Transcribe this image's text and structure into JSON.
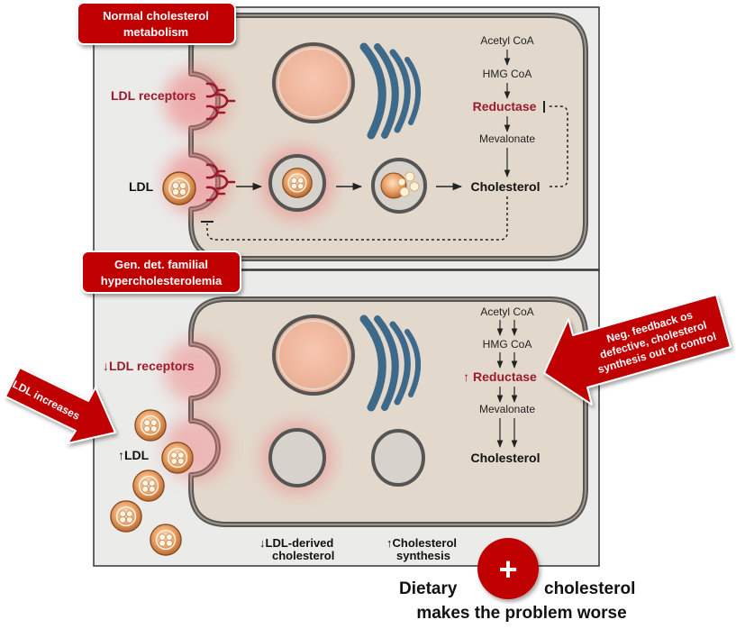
{
  "panel_top": {
    "label_line1": "Normal cholesterol",
    "label_line2": "metabolism",
    "ldl_receptors": "LDL receptors",
    "ldl": "LDL",
    "pathway": [
      "Acetyl CoA",
      "HMG CoA",
      "Reductase",
      "Mevalonate",
      "Cholesterol"
    ]
  },
  "panel_bottom": {
    "label_line1": "Gen. det. familial",
    "label_line2": "hypercholesterolemia",
    "ldl_receptors": "↓LDL receptors",
    "ldl": "↑LDL",
    "pathway": [
      "Acetyl CoA",
      "HMG CoA",
      "↑ Reductase",
      "Mevalonate",
      "Cholesterol"
    ],
    "ldl_derived_line1": "↓LDL-derived",
    "ldl_derived_line2": "cholesterol",
    "synthesis_line1": "↑Cholesterol",
    "synthesis_line2": "synthesis"
  },
  "callouts": {
    "ldl_increases": "LDL increases",
    "neg_feedback_line1": "Neg. feedback os",
    "neg_feedback_line2": "defective, cholesterol",
    "neg_feedback_line3": "synthesis out of control"
  },
  "dietary": {
    "word1": "Dietary",
    "plus": "+",
    "word2": "cholesterol",
    "line2": "makes the problem worse"
  },
  "colors": {
    "label_red": "#c00000",
    "receptor_red": "#9b1b2e",
    "cell_fill": "#e3d8cc",
    "panel_fill": "#ebebe9",
    "er_blue": "#3d6a8a",
    "nucleus": "#f0b89f"
  }
}
